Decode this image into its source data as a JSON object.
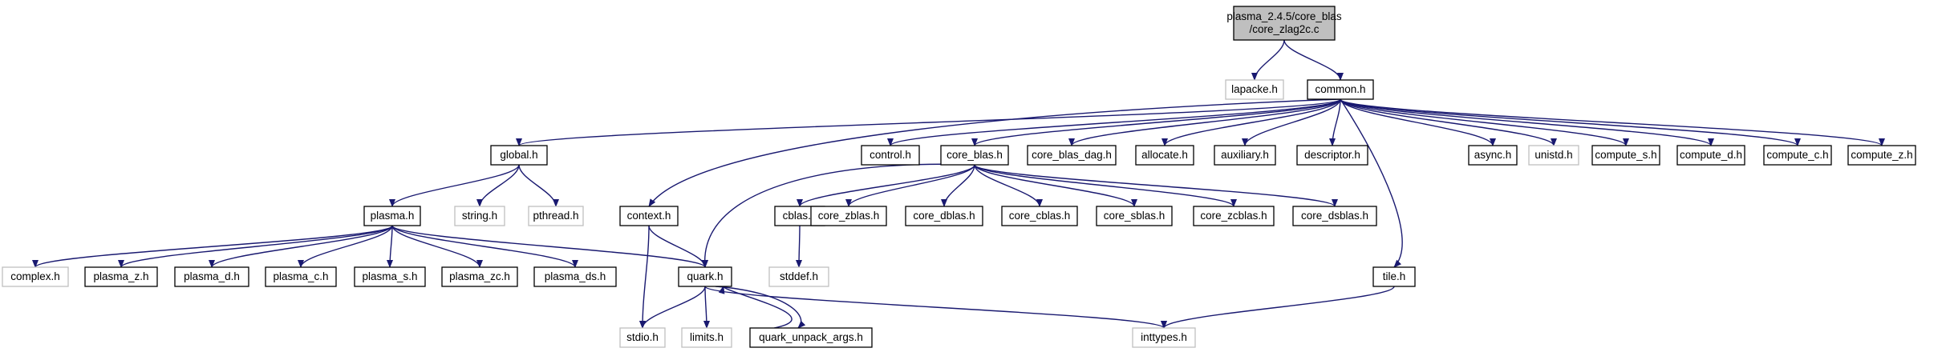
{
  "graph": {
    "colors": {
      "edge": "#191970",
      "root_fill": "#bfbfbf",
      "external_border": "#bfbfbf",
      "node_border": "#000000",
      "background": "#ffffff"
    },
    "nodes": [
      {
        "id": "root",
        "lines": [
          "plasma_2.4.5/core_blas",
          "/core_zlag2c.c"
        ],
        "kind": "root"
      },
      {
        "id": "lapacke_h",
        "lines": [
          "lapacke.h"
        ],
        "kind": "external"
      },
      {
        "id": "common_h",
        "lines": [
          "common.h"
        ],
        "kind": "main"
      },
      {
        "id": "global_h",
        "lines": [
          "global.h"
        ],
        "kind": "main"
      },
      {
        "id": "context_h",
        "lines": [
          "context.h"
        ],
        "kind": "main"
      },
      {
        "id": "control_h",
        "lines": [
          "control.h"
        ],
        "kind": "main"
      },
      {
        "id": "core_blas_h",
        "lines": [
          "core_blas.h"
        ],
        "kind": "main"
      },
      {
        "id": "core_blas_dag_h",
        "lines": [
          "core_blas_dag.h"
        ],
        "kind": "main"
      },
      {
        "id": "allocate_h",
        "lines": [
          "allocate.h"
        ],
        "kind": "main"
      },
      {
        "id": "auxiliary_h",
        "lines": [
          "auxiliary.h"
        ],
        "kind": "main"
      },
      {
        "id": "descriptor_h",
        "lines": [
          "descriptor.h"
        ],
        "kind": "main"
      },
      {
        "id": "tile_h",
        "lines": [
          "tile.h"
        ],
        "kind": "main"
      },
      {
        "id": "async_h",
        "lines": [
          "async.h"
        ],
        "kind": "main"
      },
      {
        "id": "unistd_h",
        "lines": [
          "unistd.h"
        ],
        "kind": "external"
      },
      {
        "id": "compute_s_h",
        "lines": [
          "compute_s.h"
        ],
        "kind": "main"
      },
      {
        "id": "compute_d_h",
        "lines": [
          "compute_d.h"
        ],
        "kind": "main"
      },
      {
        "id": "compute_c_h",
        "lines": [
          "compute_c.h"
        ],
        "kind": "main"
      },
      {
        "id": "compute_z_h",
        "lines": [
          "compute_z.h"
        ],
        "kind": "main"
      },
      {
        "id": "plasma_h",
        "lines": [
          "plasma.h"
        ],
        "kind": "main"
      },
      {
        "id": "string_h",
        "lines": [
          "string.h"
        ],
        "kind": "external"
      },
      {
        "id": "pthread_h",
        "lines": [
          "pthread.h"
        ],
        "kind": "external"
      },
      {
        "id": "complex_h",
        "lines": [
          "complex.h"
        ],
        "kind": "external"
      },
      {
        "id": "plasma_z_h",
        "lines": [
          "plasma_z.h"
        ],
        "kind": "main"
      },
      {
        "id": "plasma_d_h",
        "lines": [
          "plasma_d.h"
        ],
        "kind": "main"
      },
      {
        "id": "plasma_c_h",
        "lines": [
          "plasma_c.h"
        ],
        "kind": "main"
      },
      {
        "id": "plasma_s_h",
        "lines": [
          "plasma_s.h"
        ],
        "kind": "main"
      },
      {
        "id": "plasma_zc_h",
        "lines": [
          "plasma_zc.h"
        ],
        "kind": "main"
      },
      {
        "id": "plasma_ds_h",
        "lines": [
          "plasma_ds.h"
        ],
        "kind": "main"
      },
      {
        "id": "quark_h",
        "lines": [
          "quark.h"
        ],
        "kind": "main"
      },
      {
        "id": "stdio_h",
        "lines": [
          "stdio.h"
        ],
        "kind": "external"
      },
      {
        "id": "limits_h",
        "lines": [
          "limits.h"
        ],
        "kind": "external"
      },
      {
        "id": "quark_unpack_args_h",
        "lines": [
          "quark_unpack_args.h"
        ],
        "kind": "main"
      },
      {
        "id": "cblas_h",
        "lines": [
          "cblas.h"
        ],
        "kind": "main"
      },
      {
        "id": "stddef_h",
        "lines": [
          "stddef.h"
        ],
        "kind": "external"
      },
      {
        "id": "core_zblas_h",
        "lines": [
          "core_zblas.h"
        ],
        "kind": "main"
      },
      {
        "id": "core_dblas_h",
        "lines": [
          "core_dblas.h"
        ],
        "kind": "main"
      },
      {
        "id": "core_cblas_h",
        "lines": [
          "core_cblas.h"
        ],
        "kind": "main"
      },
      {
        "id": "core_sblas_h",
        "lines": [
          "core_sblas.h"
        ],
        "kind": "main"
      },
      {
        "id": "core_zcblas_h",
        "lines": [
          "core_zcblas.h"
        ],
        "kind": "main"
      },
      {
        "id": "core_dsblas_h",
        "lines": [
          "core_dsblas.h"
        ],
        "kind": "main"
      },
      {
        "id": "inttypes_h",
        "lines": [
          "inttypes.h"
        ],
        "kind": "external"
      }
    ],
    "edges": [
      [
        "root",
        "lapacke_h"
      ],
      [
        "root",
        "common_h"
      ],
      [
        "common_h",
        "global_h"
      ],
      [
        "common_h",
        "context_h"
      ],
      [
        "common_h",
        "control_h"
      ],
      [
        "common_h",
        "core_blas_h"
      ],
      [
        "common_h",
        "core_blas_dag_h"
      ],
      [
        "common_h",
        "allocate_h"
      ],
      [
        "common_h",
        "auxiliary_h"
      ],
      [
        "common_h",
        "descriptor_h"
      ],
      [
        "common_h",
        "tile_h"
      ],
      [
        "common_h",
        "async_h"
      ],
      [
        "common_h",
        "unistd_h"
      ],
      [
        "common_h",
        "compute_s_h"
      ],
      [
        "common_h",
        "compute_d_h"
      ],
      [
        "common_h",
        "compute_c_h"
      ],
      [
        "common_h",
        "compute_z_h"
      ],
      [
        "global_h",
        "plasma_h"
      ],
      [
        "global_h",
        "string_h"
      ],
      [
        "global_h",
        "pthread_h"
      ],
      [
        "plasma_h",
        "complex_h"
      ],
      [
        "plasma_h",
        "plasma_z_h"
      ],
      [
        "plasma_h",
        "plasma_d_h"
      ],
      [
        "plasma_h",
        "plasma_c_h"
      ],
      [
        "plasma_h",
        "plasma_s_h"
      ],
      [
        "plasma_h",
        "plasma_zc_h"
      ],
      [
        "plasma_h",
        "plasma_ds_h"
      ],
      [
        "plasma_h",
        "quark_h"
      ],
      [
        "context_h",
        "quark_h"
      ],
      [
        "context_h",
        "stdio_h"
      ],
      [
        "core_blas_h",
        "quark_h"
      ],
      [
        "core_blas_h",
        "cblas_h"
      ],
      [
        "core_blas_h",
        "core_zblas_h"
      ],
      [
        "core_blas_h",
        "core_dblas_h"
      ],
      [
        "core_blas_h",
        "core_cblas_h"
      ],
      [
        "core_blas_h",
        "core_sblas_h"
      ],
      [
        "core_blas_h",
        "core_zcblas_h"
      ],
      [
        "core_blas_h",
        "core_dsblas_h"
      ],
      [
        "cblas_h",
        "stddef_h"
      ],
      [
        "quark_h",
        "stdio_h"
      ],
      [
        "quark_h",
        "limits_h"
      ],
      [
        "quark_h",
        "quark_unpack_args_h"
      ],
      [
        "quark_h",
        "inttypes_h"
      ],
      [
        "quark_unpack_args_h",
        "quark_h"
      ],
      [
        "tile_h",
        "inttypes_h"
      ]
    ]
  }
}
